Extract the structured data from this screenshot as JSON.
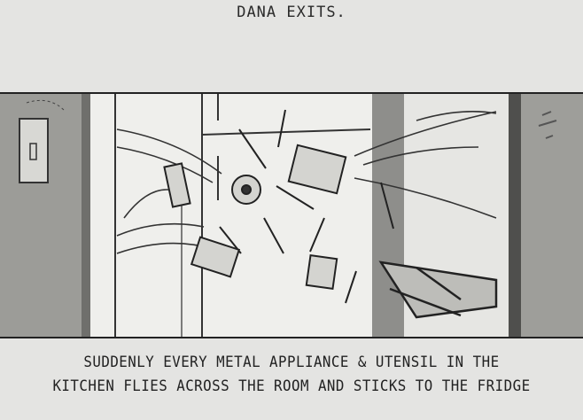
{
  "top_caption": "DANA EXITS.",
  "bottom_caption": {
    "line1": "SUDDENLY EVERY METAL APPLIANCE & UTENSIL IN THE",
    "line2": "KITCHEN FLIES ACROSS THE ROOM AND STICKS TO THE FRIDGE"
  },
  "colors": {
    "paper": "#e4e4e2",
    "ink": "#222222",
    "wall_shade": "#8a8a87"
  }
}
